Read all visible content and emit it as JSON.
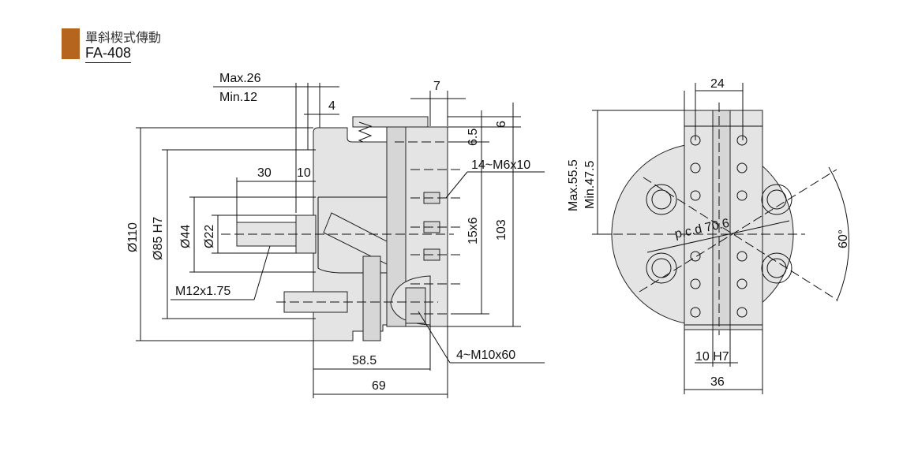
{
  "header": {
    "title_cn": "單斜楔式傳動",
    "model": "FA-408",
    "accent_color": "#b5651d"
  },
  "side_view": {
    "max_stroke": "Max.26",
    "min_stroke": "Min.12",
    "dim_4": "4",
    "dim_7": "7",
    "dim_6": "6",
    "dim_6_5": "6.5",
    "holes_m6": "14~M6x10",
    "dim_30": "30",
    "dim_10": "10",
    "dia_110": "Ø110",
    "dia_85": "Ø85 H7",
    "dia_44": "Ø44",
    "dia_22": "Ø22",
    "pitch_15x6": "15x6",
    "dim_103": "103",
    "thread": "M12x1.75",
    "bolts_m10": "4~M10x60",
    "dim_58_5": "58.5",
    "dim_69": "69"
  },
  "front_view": {
    "dim_24": "24",
    "max_jaw": "Max.55.5",
    "min_jaw": "Min.47.5",
    "pcd": "p.c.d 70.6",
    "angle": "60°",
    "slot": "10 H7",
    "dim_36": "36"
  }
}
